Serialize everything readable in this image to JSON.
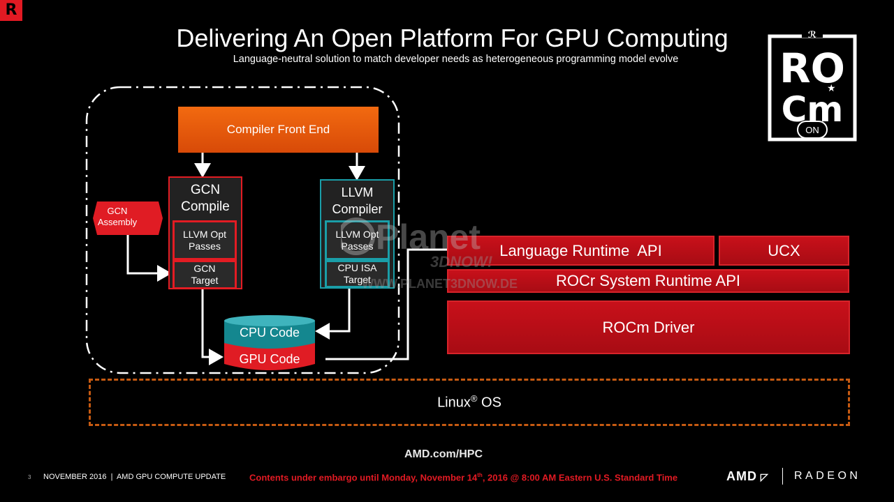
{
  "header": {
    "title": "Delivering An Open Platform For GPU Computing",
    "subtitle": "Language-neutral solution to match developer needs as heterogeneous programming model evolve"
  },
  "corner_logo": "R",
  "rocm_logo": {
    "line1": "RO",
    "line2": "Cm",
    "badge": "ON"
  },
  "compiler": {
    "front_end": "Compiler Front End",
    "gcn_assembly": "GCN\nAssembly",
    "gcn_compile": "GCN\nCompile",
    "gcn_llvm_opt": "LLVM Opt\nPasses",
    "gcn_target": "GCN\nTarget",
    "llvm_compiler": "LLVM\nCompiler",
    "llvm_llvm_opt": "LLVM Opt\nPasses",
    "cpu_isa_target": "CPU ISA\nTarget",
    "cpu_code": "CPU Code",
    "gpu_code": "GPU Code"
  },
  "stack": {
    "language_runtime": "Language Runtime  API",
    "ucx": "UCX",
    "rocr": "ROCr System Runtime API",
    "driver": "ROCm Driver",
    "linux": "Linux",
    "linux_sup": "®",
    "linux_suffix": " OS"
  },
  "watermark": {
    "name": "Planet",
    "sub": "3DNOW!",
    "url": "WWW.PLANET3DNOW.DE"
  },
  "footer": {
    "url": "AMD.com/HPC",
    "page": "3",
    "left_text": "NOVEMBER 2016  |  AMD GPU COMPUTE UPDATE",
    "embargo_pre": "Contents under embargo until Monday, November 14",
    "embargo_sup": "th",
    "embargo_post": ", 2016 @ 8:00 AM Eastern U.S. Standard Time",
    "amd": "AMD",
    "radeon": "RADEON"
  },
  "colors": {
    "accent_red": "#e31c23",
    "teal": "#1a9ea8",
    "orange": "#f26a10",
    "dashed_orange": "#c65a12"
  }
}
